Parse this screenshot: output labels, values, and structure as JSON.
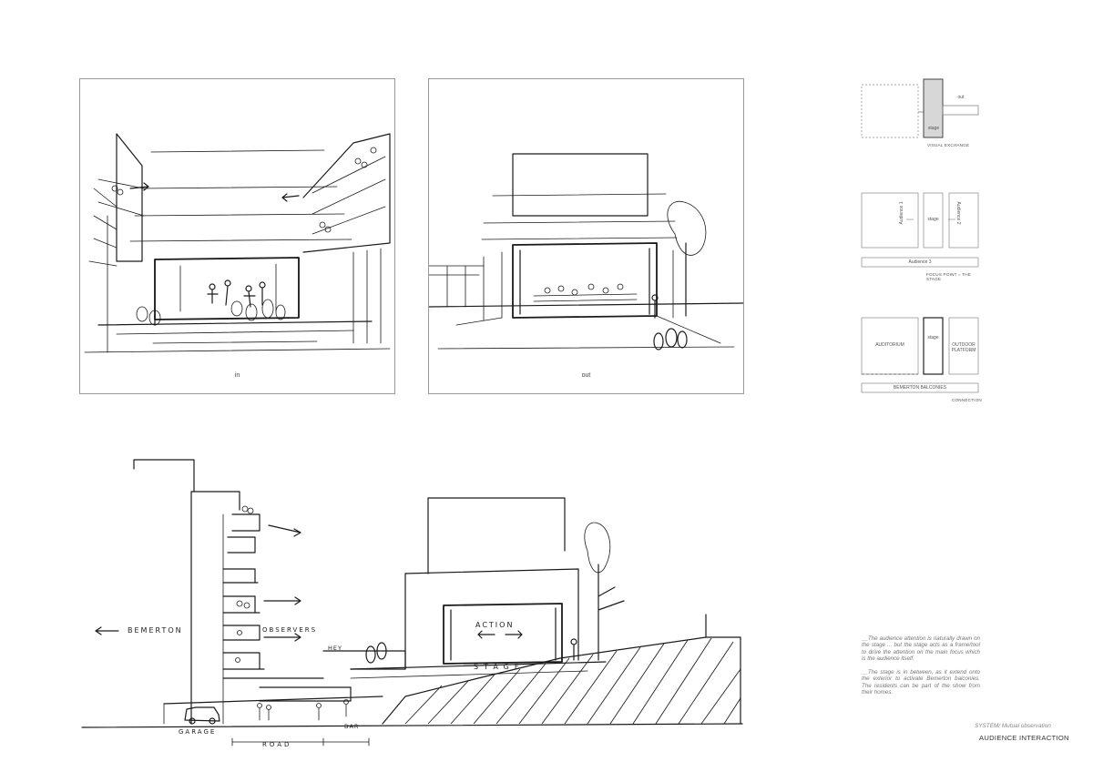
{
  "sketches": {
    "inside_caption": "in",
    "outside_caption": "out"
  },
  "diagrams": [
    {
      "caption": "VISUAL EXCHANGE",
      "labels": {
        "stage": "stage",
        "out": "out"
      }
    },
    {
      "caption": "FOCUS POINT = THE STAGE",
      "labels": {
        "left": "Audience 1",
        "stage": "stage",
        "right": "Audience 2",
        "bottom": "Audience 3"
      }
    },
    {
      "caption": "CONNECTION",
      "labels": {
        "left": "AUDITORIUM",
        "stage": "stage",
        "right": "OUTDOOR PLATFORM",
        "bottom": "BEMERTON BALCONIES"
      }
    }
  ],
  "section": {
    "labels": {
      "bemerton": "BEMERTON",
      "observers": "OBSERVERS",
      "hey": "HEY",
      "action": "ACTION",
      "stage": "STAGE",
      "garage": "GARAGE",
      "road": "ROAD",
      "bar": "BAR"
    }
  },
  "notes": [
    "__The audience attention is naturally drawn on the stage ... but the stage acts as a frame/tool to drive the attention on the main focus which is the audience itself.",
    "__The stage is in between, as it extend onto the exterior to activate Bemerton balconies. The residents can be part of the show from their homes."
  ],
  "system_label": "SYSTEM/ Mutual observation",
  "title": "AUDIENCE INTERACTION"
}
